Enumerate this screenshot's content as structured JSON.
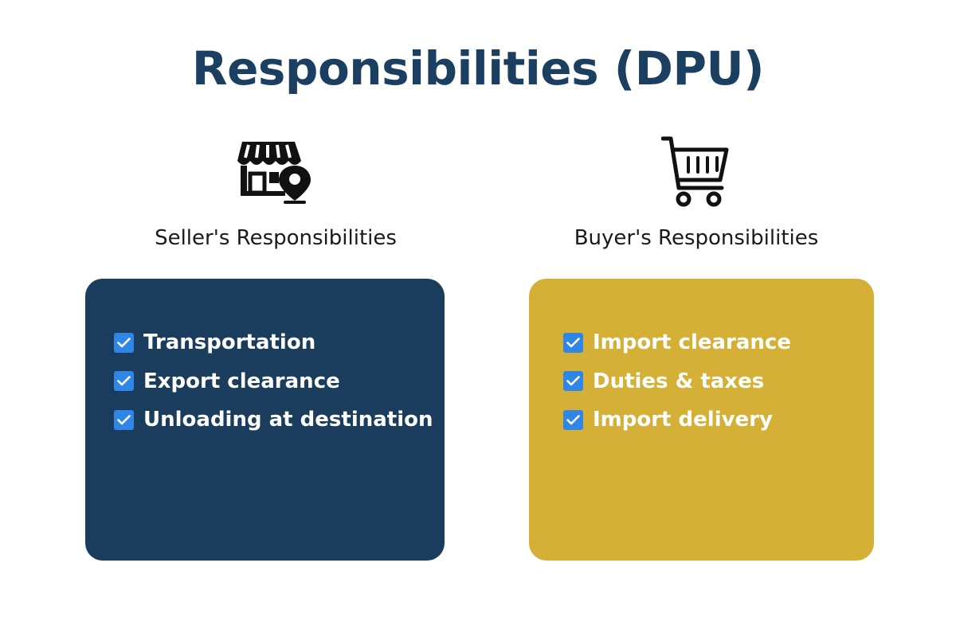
{
  "title": "Responsibilities (DPU)",
  "seller": {
    "icon": "storefront-location-icon",
    "heading": "Seller's Responsibilities",
    "color": "#1a3d5e",
    "items": [
      "Transportation",
      "Export clearance",
      "Unloading at destination"
    ]
  },
  "buyer": {
    "icon": "shopping-cart-icon",
    "heading": "Buyer's Responsibilities",
    "color": "#d4b036",
    "items": [
      "Import clearance",
      "Duties & taxes",
      "Import delivery"
    ]
  },
  "colors": {
    "title": "#1b3f61",
    "checkbox": "#2f86e6"
  }
}
